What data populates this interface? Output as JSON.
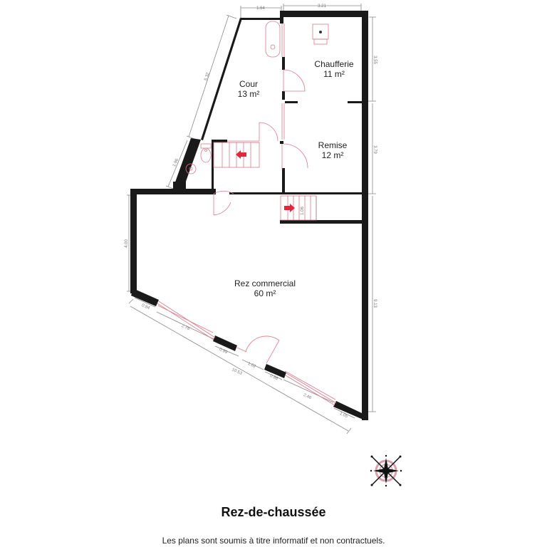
{
  "plan": {
    "title": "Rez-de-chaussée",
    "disclaimer": "Les plans sont soumis à titre informatif et non contractuels.",
    "rooms": [
      {
        "name": "Chaufferie",
        "area": "11 m²"
      },
      {
        "name": "Cour",
        "area": "13 m²"
      },
      {
        "name": "Remise",
        "area": "12 m²"
      },
      {
        "name": "Rez commercial",
        "area": "60 m²"
      }
    ],
    "dimensions": {
      "top_left": "1.64",
      "top_right": "3.21",
      "right_upper": "3.55",
      "right_middle": "3.79",
      "right_lower": "9.13",
      "diag_upper": "5.32",
      "diag_small": "1.96",
      "left_wall": "4.00",
      "stair_width": "1.06",
      "facade_total": "10.53",
      "facade_seg1": "0.94",
      "facade_seg2": "2.78",
      "facade_seg3": "0.99",
      "facade_seg4": "1.02",
      "facade_seg5": "0.88",
      "facade_seg6": "2.46",
      "facade_seg7": "1.05"
    },
    "icons": [
      "compass-rose-icon",
      "stair-arrow-icon",
      "boiler-icon",
      "toilet-icon",
      "sink-icon",
      "bathtub-icon"
    ],
    "colors": {
      "wall": "#1a1a1a",
      "accent": "#e8243c",
      "fixture": "#d9798c",
      "dimension": "#8a8a8a"
    }
  }
}
